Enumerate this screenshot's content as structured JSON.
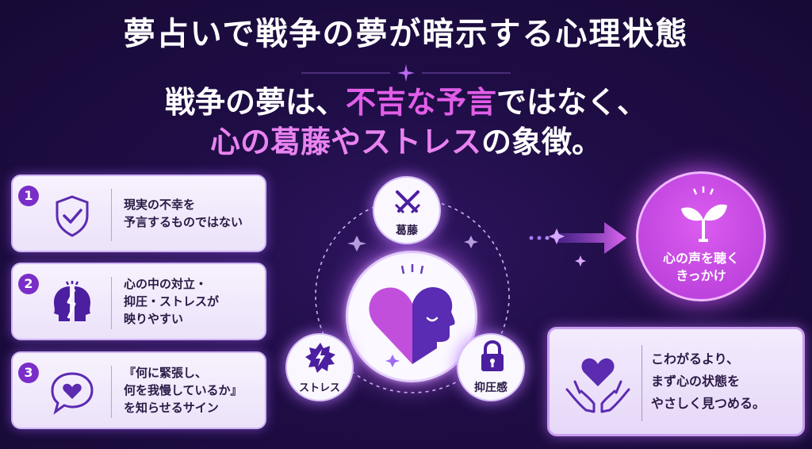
{
  "title": "夢占いで戦争の夢が暗示する心理状態",
  "headline": {
    "line1_a": "戦争の夢は、",
    "line1_b": "不吉な予言",
    "line1_c": "ではなく、",
    "line2_a": "心の葛藤やストレス",
    "line2_b": "の象徴。"
  },
  "cards": [
    {
      "num": "1",
      "icon": "shield-check-icon",
      "lines": [
        "現実の不幸を",
        "予言するものではない"
      ]
    },
    {
      "num": "2",
      "icon": "split-head-icon",
      "lines": [
        "心の中の対立・",
        "抑圧・ストレスが",
        "映りやすい"
      ]
    },
    {
      "num": "3",
      "icon": "heart-speech-bubble-icon",
      "lines": [
        "『何に緊張し、",
        "何を我慢しているか』",
        "を知らせるサイン"
      ]
    }
  ],
  "nodes": {
    "conflict": {
      "label": "葛藤",
      "icon": "crossed-swords-icon"
    },
    "stress": {
      "label": "ストレス",
      "icon": "lightning-burst-icon"
    },
    "suppression": {
      "label": "抑圧感",
      "icon": "padlock-icon"
    },
    "center": {
      "icon": "heart-face-icon"
    }
  },
  "goal": {
    "line1": "心の声を聴く",
    "line2": "きっかけ",
    "icon": "sprout-icon"
  },
  "message": {
    "lines": [
      "こわがるより、",
      "まず心の状態を",
      "やさしく見つめる。"
    ],
    "icon": "hands-heart-icon"
  },
  "colors": {
    "background": "#1f0d45",
    "accent_pink": "#e25ee8",
    "accent_purple": "#7a2ec8",
    "card_bg": "#f3ebfd"
  }
}
